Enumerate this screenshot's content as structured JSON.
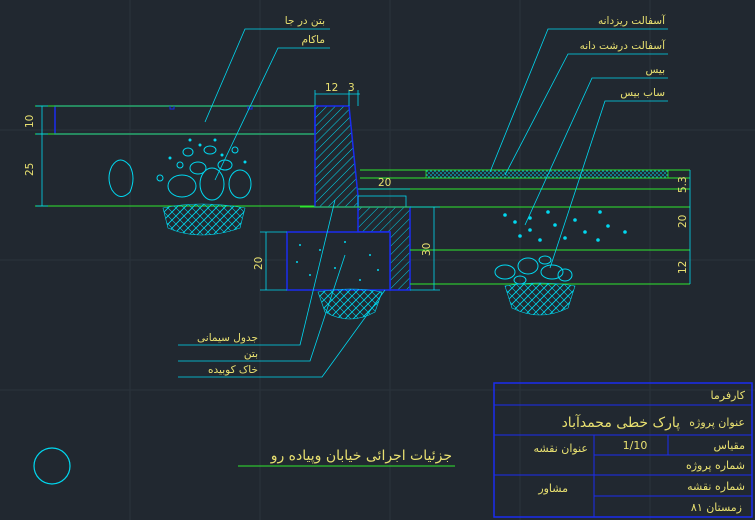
{
  "labels_left": {
    "concrete_in_place": "بتن در جا",
    "macadam": "ماکام"
  },
  "labels_right": {
    "fine_asphalt": "آسفالت ریزدانه",
    "coarse_asphalt": "آسفالت درشت دانه",
    "base": "بیس",
    "subbase": "ساب بیس"
  },
  "labels_bottom": {
    "concrete_curb": "جدول سیمانی",
    "concrete": "بتن",
    "compacted_soil": "خاک کوبیده"
  },
  "dimensions": {
    "left_top": "10",
    "left_mid": "25",
    "curb_top_12": "12",
    "curb_top_3": "3",
    "gutter_20": "20",
    "footing_30": "30",
    "footing_20": "20",
    "right_53": "5.3",
    "right_20": "20",
    "right_12": "12"
  },
  "drawing_title": "جزئیات اجرائی خیابان وپیاده رو",
  "title_block": {
    "client_label": "کارفرما",
    "project_title_label": "عنوان پروژه",
    "project_title_value": "پارک خطی محمدآباد",
    "sheet_title_label": "عنوان نقشه",
    "scale_label": "مقیاس",
    "scale_value": "1/10",
    "project_number_label": "شماره پروژه",
    "consultant_label": "مشاور",
    "sheet_number_label": "شماره نقشه",
    "date_value": "زمستان ۸۱"
  },
  "colors": {
    "background": "#212830",
    "line": "#00d8f0",
    "green": "#2ee82e",
    "blue": "#1a2cf0",
    "text": "#e8e070"
  }
}
